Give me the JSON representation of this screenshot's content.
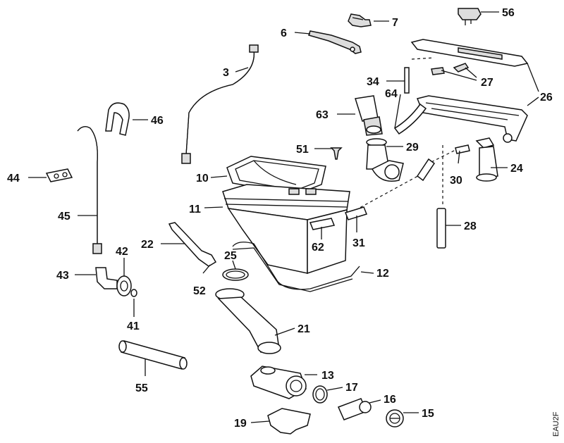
{
  "diagram": {
    "code": "EAU2F",
    "parts": [
      {
        "id": "p3",
        "label": "3"
      },
      {
        "id": "p6",
        "label": "6"
      },
      {
        "id": "p7",
        "label": "7"
      },
      {
        "id": "p10",
        "label": "10"
      },
      {
        "id": "p11",
        "label": "11"
      },
      {
        "id": "p12",
        "label": "12"
      },
      {
        "id": "p13",
        "label": "13"
      },
      {
        "id": "p15",
        "label": "15"
      },
      {
        "id": "p16",
        "label": "16"
      },
      {
        "id": "p17",
        "label": "17"
      },
      {
        "id": "p19",
        "label": "19"
      },
      {
        "id": "p21",
        "label": "21"
      },
      {
        "id": "p22",
        "label": "22"
      },
      {
        "id": "p24",
        "label": "24"
      },
      {
        "id": "p25",
        "label": "25"
      },
      {
        "id": "p26",
        "label": "26"
      },
      {
        "id": "p27",
        "label": "27"
      },
      {
        "id": "p28",
        "label": "28"
      },
      {
        "id": "p29",
        "label": "29"
      },
      {
        "id": "p30",
        "label": "30"
      },
      {
        "id": "p31",
        "label": "31"
      },
      {
        "id": "p34",
        "label": "34"
      },
      {
        "id": "p41",
        "label": "41"
      },
      {
        "id": "p42",
        "label": "42"
      },
      {
        "id": "p43",
        "label": "43"
      },
      {
        "id": "p44",
        "label": "44"
      },
      {
        "id": "p45",
        "label": "45"
      },
      {
        "id": "p46",
        "label": "46"
      },
      {
        "id": "p51",
        "label": "51"
      },
      {
        "id": "p52",
        "label": "52"
      },
      {
        "id": "p55",
        "label": "55"
      },
      {
        "id": "p56",
        "label": "56"
      },
      {
        "id": "p62",
        "label": "62"
      },
      {
        "id": "p63",
        "label": "63"
      },
      {
        "id": "p64",
        "label": "64"
      }
    ]
  }
}
